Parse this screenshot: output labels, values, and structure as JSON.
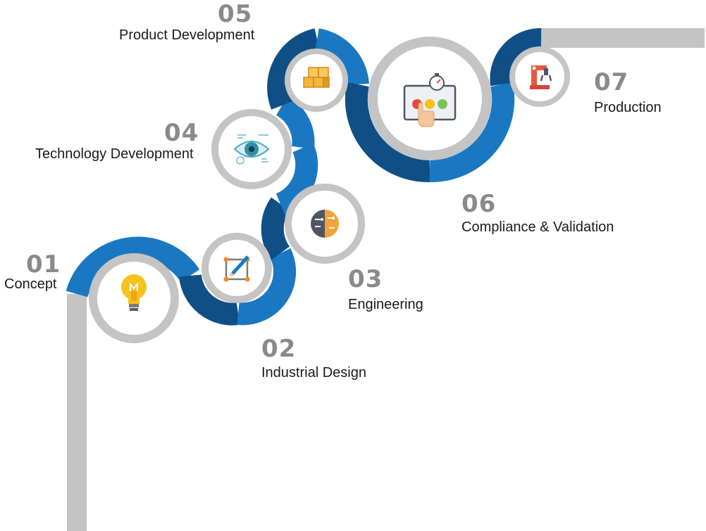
{
  "colors": {
    "track_gray": "#c4c4c4",
    "ring_gray": "#c4c4c4",
    "blue_light": "#1a78c2",
    "blue_dark": "#0f4f86",
    "number_gray": "#8a8a8a",
    "label_dark": "#1a1a1a"
  },
  "steps": [
    {
      "number": "01",
      "label": "Concept",
      "icon": "lightbulb-icon"
    },
    {
      "number": "02",
      "label": "Industrial Design",
      "icon": "design-sketch-icon"
    },
    {
      "number": "03",
      "label": "Engineering",
      "icon": "brain-circuit-icon"
    },
    {
      "number": "04",
      "label": "Technology Development",
      "icon": "eye-tech-icon"
    },
    {
      "number": "05",
      "label": "Product Development",
      "icon": "product-cubes-icon"
    },
    {
      "number": "06",
      "label": "Compliance & Validation",
      "icon": "validation-panel-icon"
    },
    {
      "number": "07",
      "label": "Production",
      "icon": "robotic-arm-icon"
    }
  ]
}
